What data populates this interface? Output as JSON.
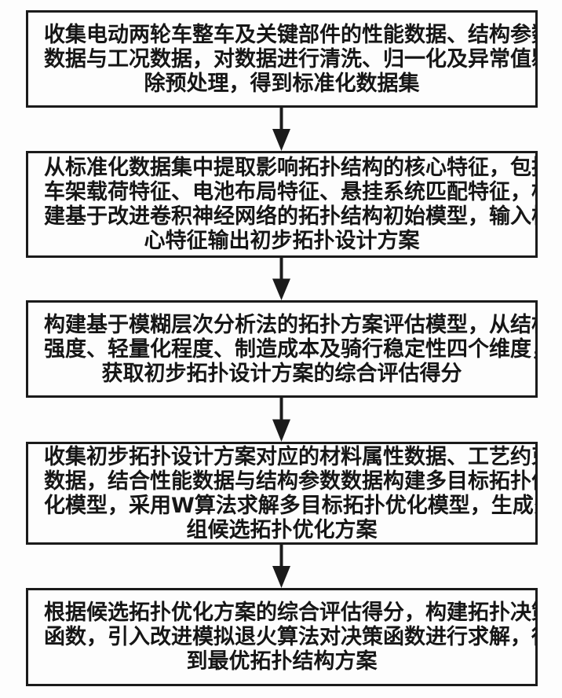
{
  "colors": {
    "background": "#fdfdfd",
    "box_border": "#1b1b1b",
    "text": "#161616",
    "arrow": "#1b1b1b"
  },
  "flowchart": {
    "steps": [
      {
        "lines": [
          "收集电动两轮车整车及关键部件的性能数据、结构参数",
          "数据与工况数据，对数据进行清洗、归一化及异常值剔",
          "除预处理，得到标准化数据集"
        ]
      },
      {
        "lines": [
          "从标准化数据集中提取影响拓扑结构的核心特征，包括",
          "车架载荷特征、电池布局特征、悬挂系统匹配特征，构",
          "建基于改进卷积神经网络的拓扑结构初始模型，输入核",
          "心特征输出初步拓扑设计方案"
        ]
      },
      {
        "lines": [
          "构建基于模糊层次分析法的拓扑方案评估模型，从结构",
          "强度、轻量化程度、制造成本及骑行稳定性四个维度，",
          "获取初步拓扑设计方案的综合评估得分"
        ]
      },
      {
        "lines": [
          "收集初步拓扑设计方案对应的材料属性数据、工艺约束",
          "数据，结合性能数据与结构参数数据构建多目标拓扑优",
          "化模型，采用W算法求解多目标拓扑优化模型，生成多",
          "组候选拓扑优化方案"
        ]
      },
      {
        "lines": [
          "根据候选拓扑优化方案的综合评估得分，构建拓扑决策",
          "函数，引入改进模拟退火算法对决策函数进行求解，得",
          "到最优拓扑结构方案"
        ]
      }
    ]
  }
}
